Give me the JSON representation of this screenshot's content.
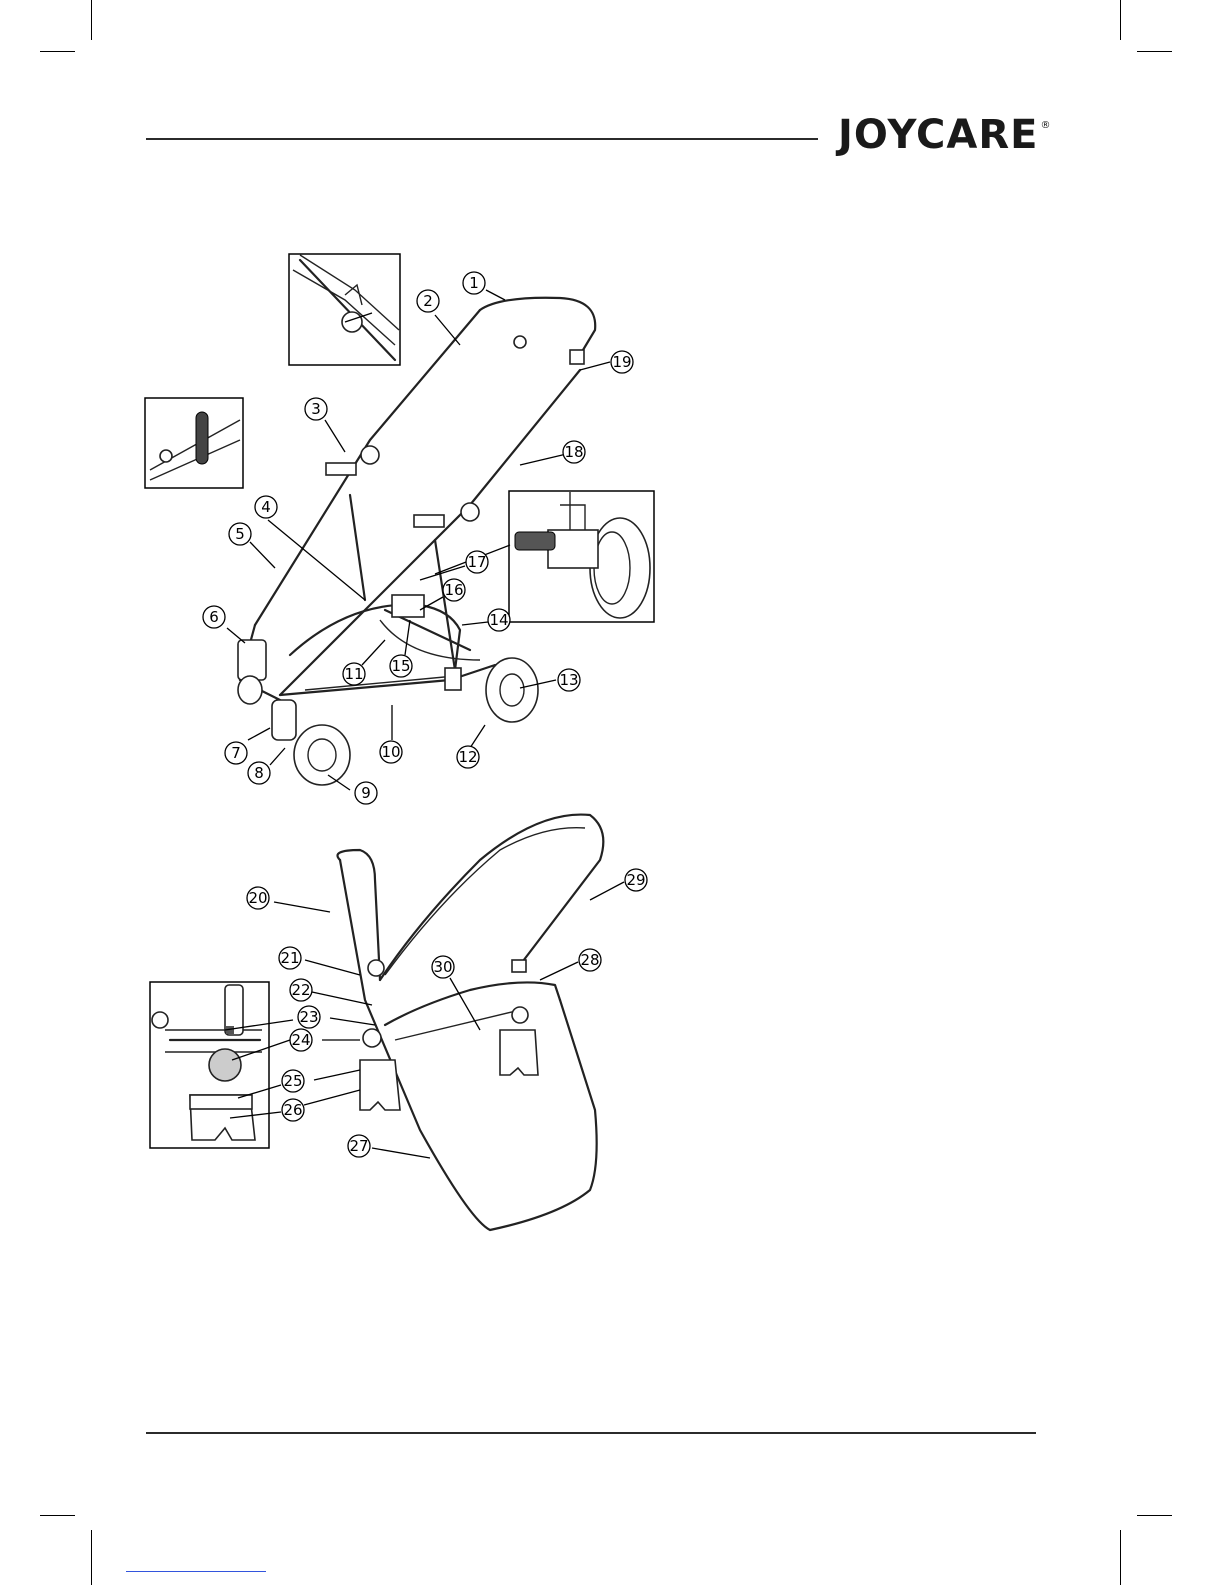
{
  "brand": {
    "logo_text": "JOYCARE",
    "registered_mark": "®"
  },
  "diagram_top": {
    "callouts": [
      "1",
      "2",
      "3",
      "4",
      "5",
      "6",
      "7",
      "8",
      "9",
      "10",
      "11",
      "12",
      "13",
      "14",
      "15",
      "16",
      "17",
      "18",
      "19"
    ]
  },
  "diagram_bottom": {
    "callouts": [
      "20",
      "21",
      "22",
      "23",
      "24",
      "25",
      "26",
      "27",
      "28",
      "29",
      "30"
    ]
  }
}
